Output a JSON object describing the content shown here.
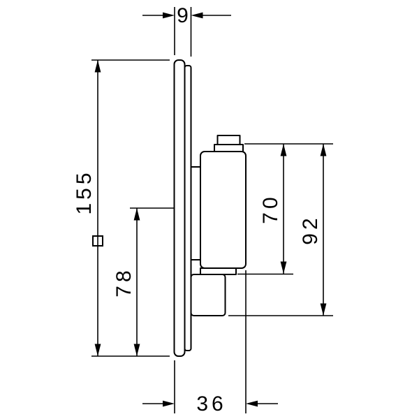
{
  "drawing": {
    "type": "technical-dimension-drawing",
    "view": "side-profile-of-wall-plate-with-valve-body",
    "colors": {
      "line": "#000000",
      "background": "#ffffff"
    }
  },
  "dims": {
    "plate_thickness": "9",
    "plate_size": "155",
    "center_to_bottom": "78",
    "upper_body_height": "70",
    "total_body_height": "92",
    "depth": "36"
  },
  "symbols": {
    "square": "square-outline (square plate indicator)"
  }
}
